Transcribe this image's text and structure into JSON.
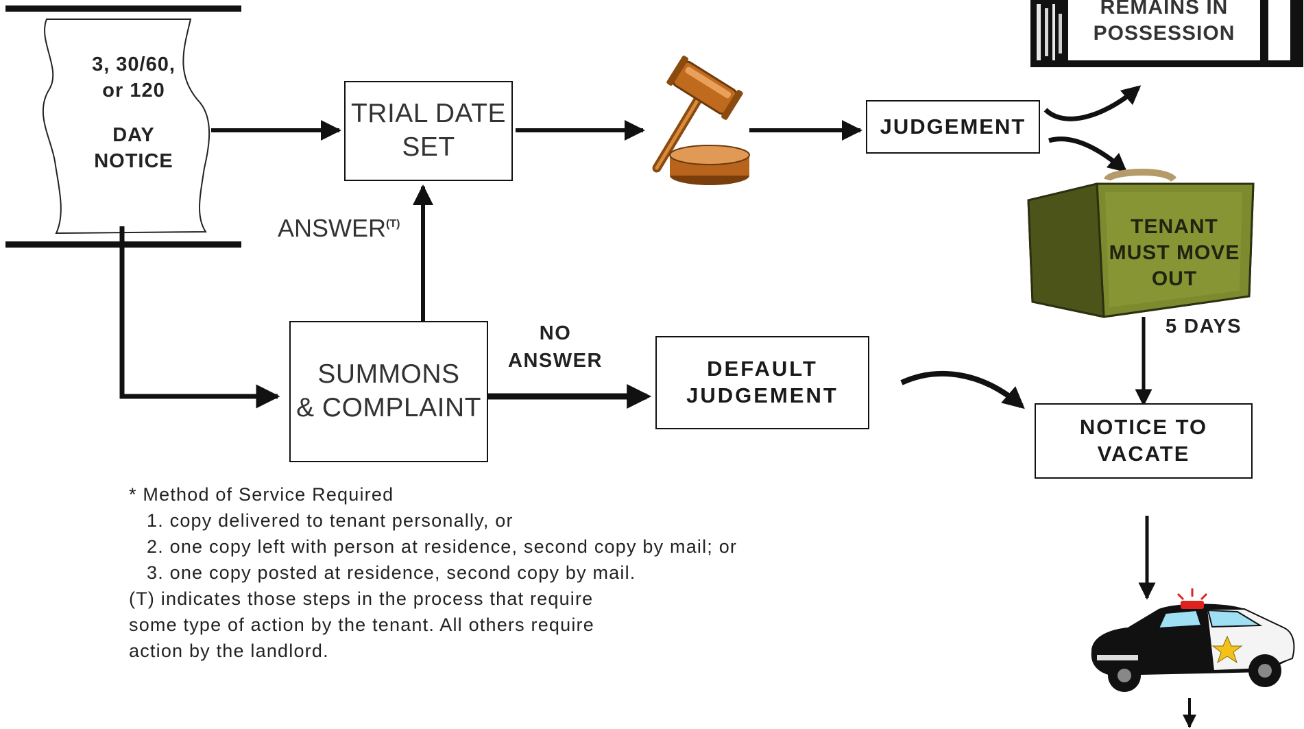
{
  "scroll": {
    "line1": "3, 30/60,",
    "line2": "or 120",
    "line3": "DAY",
    "line4": "NOTICE"
  },
  "boxes": {
    "trial_date_set": {
      "line1": "TRIAL DATE",
      "line2": "SET"
    },
    "judgement": "JUDGEMENT",
    "summons": {
      "line1": "SUMMONS",
      "line2": "& COMPLAINT"
    },
    "default_judgement": {
      "line1": "DEFAULT",
      "line2": "JUDGEMENT"
    },
    "notice_to_vacate": {
      "line1": "NOTICE TO",
      "line2": "VACATE"
    },
    "remains_in_possession": {
      "line1": "REMAINS IN",
      "line2": "POSSESSION"
    }
  },
  "labels": {
    "answer": "ANSWER",
    "answer_sup": "(T)",
    "no_answer_line1": "NO",
    "no_answer_line2": "ANSWER",
    "five_days": "5 DAYS"
  },
  "suitcase": {
    "line1": "TENANT",
    "line2": "MUST MOVE",
    "line3": "OUT"
  },
  "footnote": {
    "heading": "* Method of Service Required",
    "item1": "1. copy delivered to tenant personally, or",
    "item2": "2. one copy left with person at residence, second copy by mail; or",
    "item3": "3. one copy posted at residence, second copy by mail.",
    "note1": "(T) indicates those steps in the process that require",
    "note2": "some type of action by the tenant.  All others require",
    "note3": "action by the landlord."
  },
  "icons": [
    "scroll-icon",
    "gavel-icon",
    "suitcase-icon",
    "police-car-icon",
    "curved-arrow-icon"
  ],
  "colors": {
    "line": "#111111",
    "gavel": "#c06a1e",
    "suitcase": "#7d8a2e",
    "car_body": "#111111",
    "siren": "#e0221e"
  }
}
